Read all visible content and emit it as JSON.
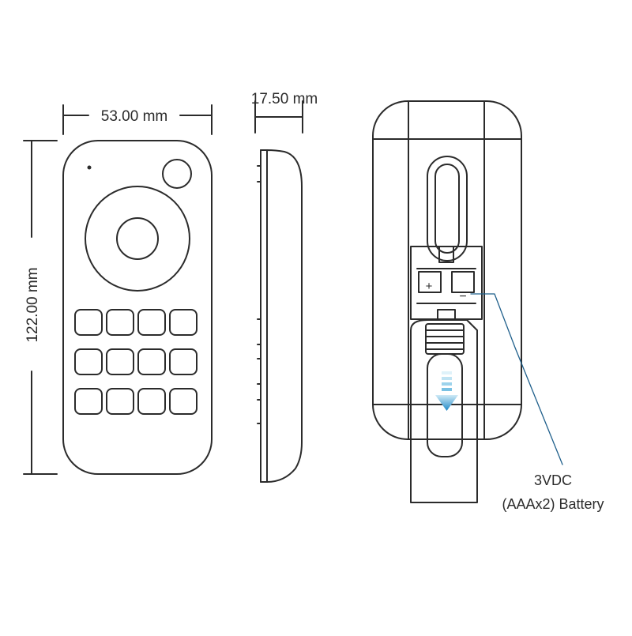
{
  "dimensions": {
    "width": "53.00 mm",
    "depth": "17.50 mm",
    "height": "122.00 mm"
  },
  "battery_callout": {
    "line1": "3VDC",
    "line2": "(AAAx2) Battery"
  },
  "battery_terminals": {
    "positive": "+",
    "negative": "−"
  },
  "colors": {
    "outline": "#2b2b2b",
    "callout_line": "#1f5f8b",
    "arrow_top": "#cfeaf6",
    "arrow_bottom": "#1e88c7"
  },
  "icons": {
    "front_view": "remote-front-outline",
    "side_view": "remote-side-outline",
    "back_view": "remote-back-battery-outline",
    "slide_arrow": "slide-down-arrow-icon"
  },
  "keypad": {
    "rows": 3,
    "columns": 4
  }
}
